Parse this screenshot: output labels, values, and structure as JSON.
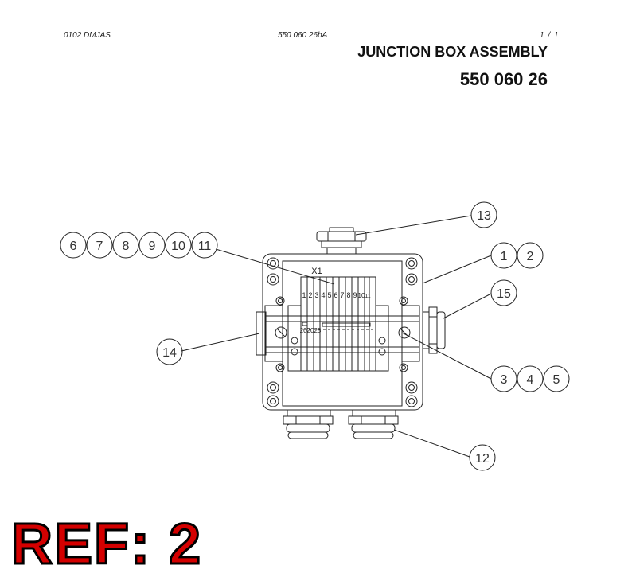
{
  "header": {
    "left": "0102 DMJAS",
    "middle": "550 060 26bA",
    "page": "1 /  1",
    "title": "JUNCTION BOX ASSEMBLY",
    "part_number": "550 060 26"
  },
  "drawing": {
    "terminal_label": "X1",
    "terminal_numbers": [
      "1",
      "2",
      "3",
      "4",
      "5",
      "6",
      "7",
      "8",
      "9",
      "10",
      "11"
    ],
    "rail_marking": "202025",
    "balloons": {
      "top_gland": "13",
      "enclosure": [
        "1",
        "2"
      ],
      "side_gland": "15",
      "rail_parts": [
        "3",
        "4",
        "5"
      ],
      "bottom_glands": "12",
      "left_plate": "14",
      "terminals": [
        "6",
        "7",
        "8",
        "9",
        "10",
        "11"
      ]
    }
  },
  "ref_stamp": "REF: 2"
}
